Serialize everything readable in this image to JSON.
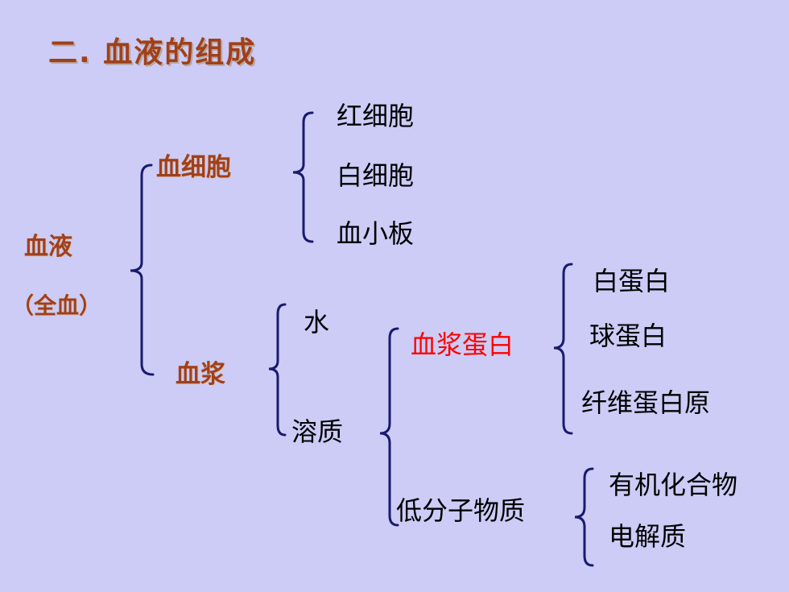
{
  "title": "二. 血液的组成",
  "root": {
    "label": "血液",
    "sublabel": "（全血）"
  },
  "blood_cells": {
    "label": "血细胞",
    "items": [
      "红细胞",
      "白细胞",
      "血小板"
    ]
  },
  "plasma": {
    "label": "血浆",
    "water": "水",
    "solute": {
      "label": "溶质",
      "plasma_protein": {
        "label": "血浆蛋白",
        "items": [
          "白蛋白",
          "球蛋白",
          "纤维蛋白原"
        ]
      },
      "low_molecular": {
        "label": "低分子物质",
        "items": [
          "有机化合物",
          "电解质"
        ]
      }
    }
  },
  "colors": {
    "background": "#ccccf7",
    "heading_brown": "#a0401a",
    "highlight_red": "#ff0000",
    "brace_navy": "#1a1a6e"
  }
}
